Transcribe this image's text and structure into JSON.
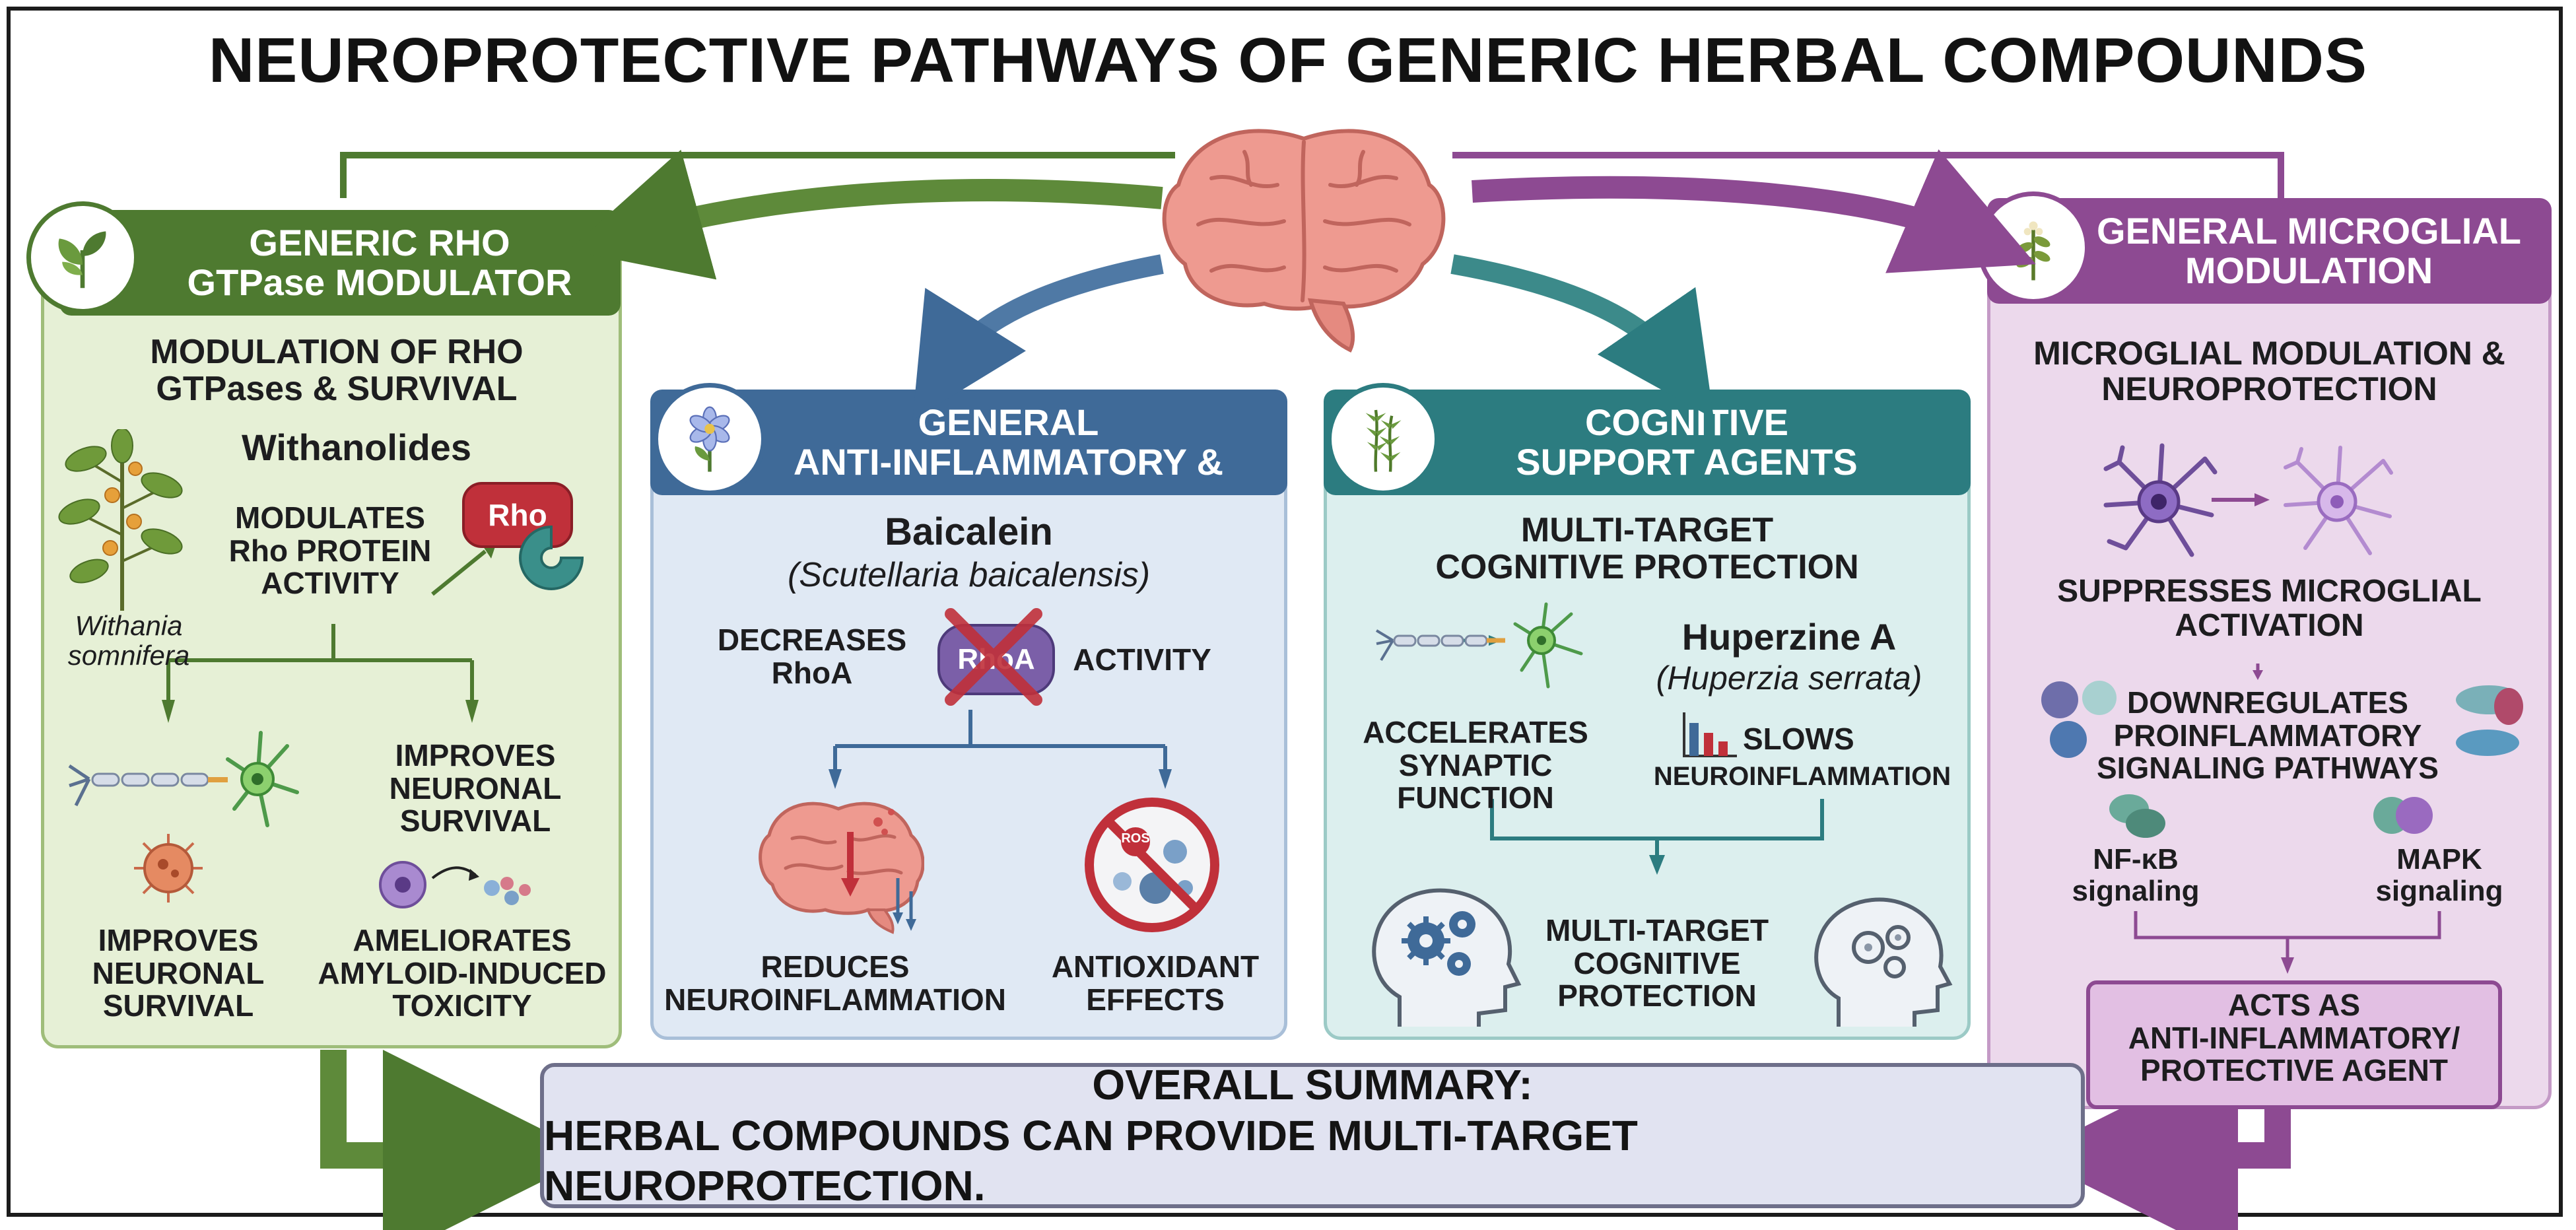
{
  "title": "NEUROPROTECTIVE PATHWAYS OF GENERIC HERBAL COMPOUNDS",
  "colors": {
    "green": "#4e7a30",
    "blue": "#3f6a98",
    "teal": "#2c7c80",
    "purple": "#8d4a92",
    "brain": "#e98a82",
    "rho_badge": "#c0303a"
  },
  "panels": {
    "rho": {
      "header_line1": "GENERIC RHO",
      "header_line2": "GTPase MODULATOR",
      "icon": "leaf-sprout-icon",
      "subtitle_line1": "MODULATION OF RHO",
      "subtitle_line2": "GTPases & SURVIVAL",
      "compound": "Withanolides",
      "plant_line1": "Withania",
      "plant_line2": "somnifera",
      "modulates_line1": "MODULATES",
      "modulates_line2": "Rho PROTEIN",
      "modulates_line3": "ACTIVITY",
      "rho_badge": "Rho",
      "improves_line1": "IMPROVES",
      "improves_line2": "NEURONAL",
      "improves_line3": "SURVIVAL",
      "left_outcome_line1": "IMPROVES",
      "left_outcome_line2": "NEURONAL",
      "left_outcome_line3": "SURVIVAL",
      "ameliorates_line1": "AMELIORATES",
      "ameliorates_line2": "AMYLOID-INDUCED",
      "ameliorates_line3": "TOXICITY"
    },
    "anti_inflammatory": {
      "header_line1": "GENERAL",
      "header_line2": "ANTI-INFLAMMATORY &",
      "icon": "flower-icon",
      "compound": "Baicalein",
      "species": "(Scutellaria baicalensis)",
      "decreases_line1": "DECREASES",
      "decreases_line2": "RhoA",
      "rhoa_badge": "RhoA",
      "activity": "ACTIVITY",
      "reduces_line1": "REDUCES",
      "reduces_line2": "NEUROINFLAMMATION",
      "antioxidant_line1": "ANTIOXIDANT",
      "antioxidant_line2": "EFFECTS",
      "ros_label": "ROS"
    },
    "cognitive": {
      "header_line1": "COGNITIVE",
      "header_line2": "SUPPORT AGENTS",
      "icon": "moss-icon",
      "subtitle_line1": "MULTI-TARGET",
      "subtitle_line2": "COGNITIVE PROTECTION",
      "compound": "Huperzine A",
      "species": "(Huperzia serrata)",
      "accelerates_line1": "ACCELERATES",
      "accelerates_line2": "SYNAPTIC",
      "accelerates_line3": "FUNCTION",
      "slows_line1": "SLOWS",
      "slows_line2": "NEUROINFLAMMATION",
      "protection_line1": "MULTI-TARGET",
      "protection_line2": "COGNITIVE",
      "protection_line3": "PROTECTION"
    },
    "microglial": {
      "header_line1": "GENERAL MICROGLIAL",
      "header_line2": "MODULATION",
      "icon": "herb-sprig-icon",
      "subtitle_line1": "MICROGLIAL MODULATION &",
      "subtitle_line2": "NEUROPROTECTION",
      "suppresses_line1": "SUPPRESSES MICROGLIAL",
      "suppresses_line2": "ACTIVATION",
      "down_line1": "DOWNREGULATES",
      "down_line2": "PROINFLAMMATORY",
      "down_line3": "SIGNALING PATHWAYS",
      "nfkb_line1": "NF-κB",
      "nfkb_line2": "signaling",
      "mapk_line1": "MAPK",
      "mapk_line2": "signaling",
      "acts_line1": "ACTS AS",
      "acts_line2": "ANTI-INFLAMMATORY/",
      "acts_line3": "PROTECTIVE AGENT"
    }
  },
  "summary": {
    "line1": "OVERALL SUMMARY:",
    "line2": "HERBAL COMPOUNDS CAN PROVIDE MULTI-TARGET NEUROPROTECTION."
  }
}
